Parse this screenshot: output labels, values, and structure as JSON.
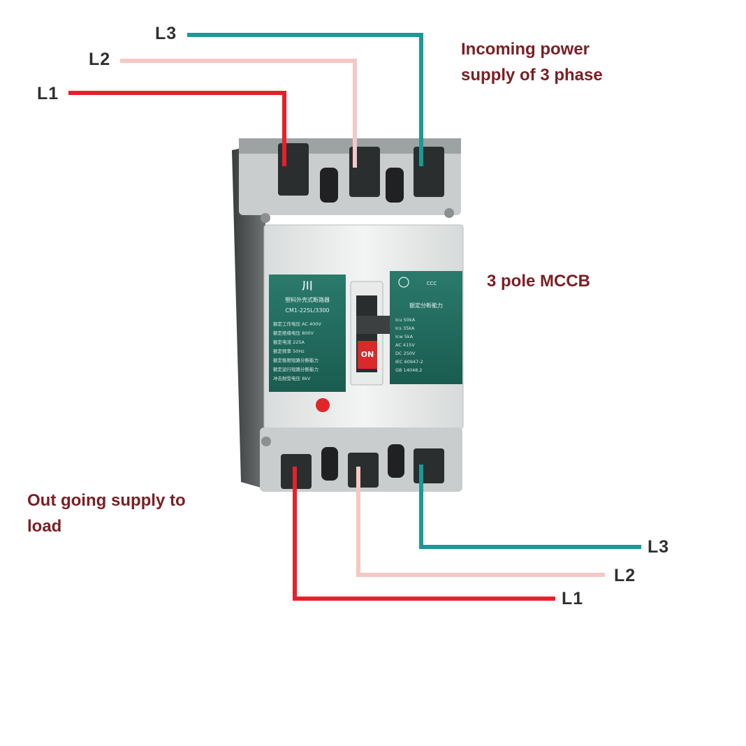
{
  "labels": {
    "incoming_L3": "L3",
    "incoming_L2": "L2",
    "incoming_L1": "L1",
    "outgoing_L3": "L3",
    "outgoing_L2": "L2",
    "outgoing_L1": "L1",
    "incoming_title_line1": "Incoming power",
    "incoming_title_line2": "supply of 3 phase",
    "device_name": "3 pole MCCB",
    "outgoing_title_line1": "Out going supply to",
    "outgoing_title_line2": "load"
  },
  "breaker": {
    "left_plate": {
      "brand": "川",
      "title": "塑料外壳式断路器",
      "model": "CM1-225L/3300",
      "rows": [
        "额定工作电压 AC 400V",
        "额定绝缘电压 800V",
        "额定电流 225A",
        "额定频率 50Hz",
        "额定极限短路分断能力",
        "额定运行短路分断能力",
        "冲击耐受电压 8kV"
      ]
    },
    "switch_text": "ON",
    "right_plate": {
      "cert": "CCC",
      "title": "额定分断能力",
      "rows": [
        "Icu 50kA",
        "Ics 35kA",
        "Icw 5kA",
        "AC 415V",
        "DC 250V",
        "IEC 60947-2",
        "GB 14048.2"
      ]
    }
  },
  "colors": {
    "L1": "#e8202a",
    "L2": "#f6c8c4",
    "L3": "#1a9a96",
    "label_text": "#7a1f24",
    "phase_text": "#2f2f2f",
    "plate": "#1f6b5e"
  }
}
